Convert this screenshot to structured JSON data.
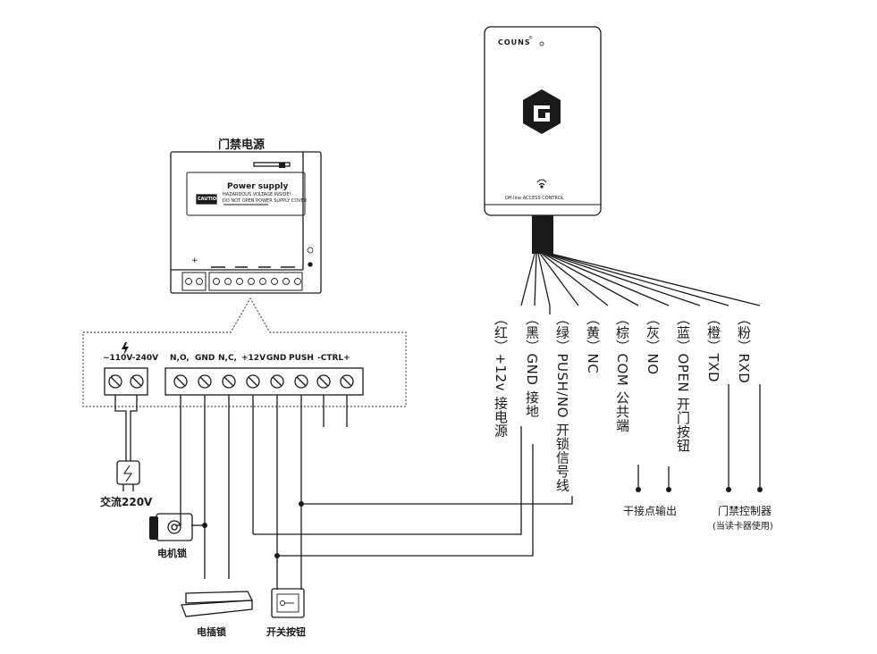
{
  "power_supply": {
    "title": "门禁电源",
    "label_title": "Power supply",
    "label_line1": "HAZARDOUS VOLTAGE INSIDE!",
    "label_line2": "DO NOT OPEN POWER SUPPLY COVER",
    "caution": "CAUTION",
    "plus_mark": "+"
  },
  "terminal_block": {
    "ac_label": "~110V-240V",
    "labels": [
      "N,O,",
      "GND",
      "N,C,",
      "+12V",
      "GND",
      "PUSH",
      "-CTRL+"
    ]
  },
  "ac_power": {
    "label": "交流220V"
  },
  "devices": {
    "motor_lock": "电机锁",
    "bolt_lock": "电插锁",
    "exit_button": "开关按钮"
  },
  "reader": {
    "brand": "COUNS",
    "brand_mark": "®",
    "subtitle": "Off-line ACCESS CONTROL"
  },
  "wires": [
    {
      "color": "红",
      "name": "+12v",
      "desc": "接电源"
    },
    {
      "color": "黑",
      "name": "GND",
      "desc": "接地"
    },
    {
      "color": "绿",
      "name": "PUSH/NO",
      "desc": "开锁信号线"
    },
    {
      "color": "黄",
      "name": "NC",
      "desc": ""
    },
    {
      "color": "棕",
      "name": "COM",
      "desc": "公共端"
    },
    {
      "color": "灰",
      "name": "NO",
      "desc": ""
    },
    {
      "color": "蓝",
      "name": "OPEN",
      "desc": "开门按钮"
    },
    {
      "color": "橙",
      "name": "TXD",
      "desc": ""
    },
    {
      "color": "粉",
      "name": "RXD",
      "desc": ""
    }
  ],
  "outputs": {
    "dry_contact": "干接点输出",
    "controller": "门禁控制器",
    "controller_note": "(当读卡器使用)"
  }
}
